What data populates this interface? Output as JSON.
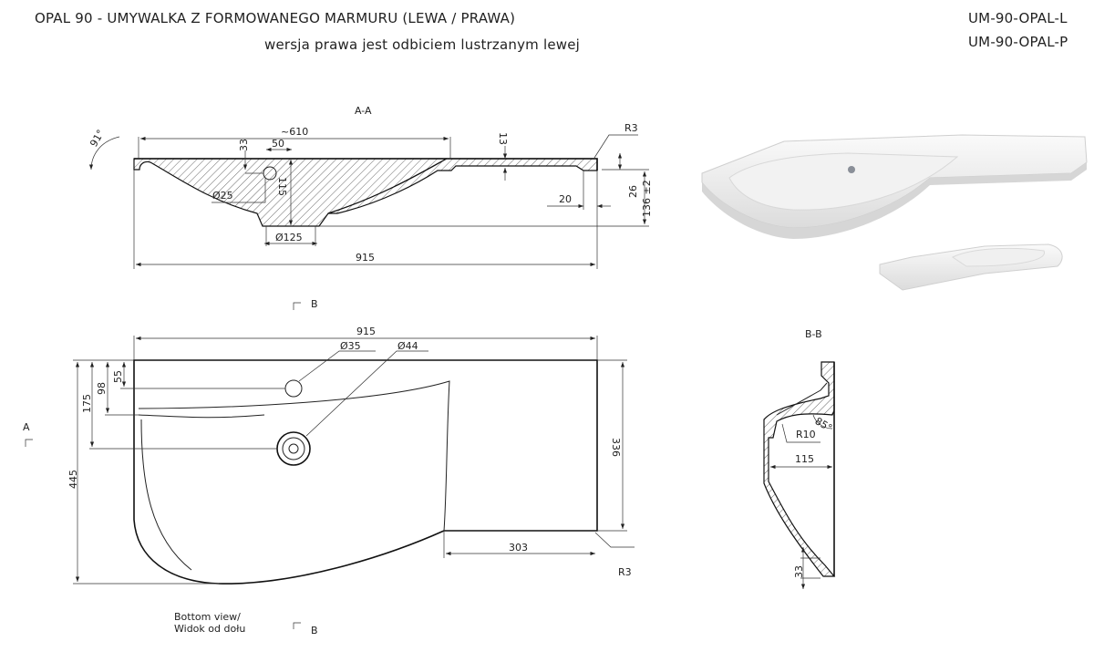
{
  "header": {
    "title": "OPAL 90  - UMYWALKA Z FORMOWANEGO MARMURU (LEWA / PRAWA)",
    "subtitle": "wersja prawa jest odbiciem lustrzanym lewej",
    "code_left": "UM-90-OPAL-L",
    "code_right": "UM-90-OPAL-P"
  },
  "section_aa": {
    "label": "A-A",
    "angle": "91°",
    "width_bowl": "~610",
    "d33": "33",
    "d50": "50",
    "d115": "115",
    "d13": "13",
    "r3": "R3",
    "overflow_diameter": "Ø25",
    "drain_diameter": "Ø125",
    "d20": "20",
    "d26": "26",
    "height": "136 ±2",
    "total_width": "915"
  },
  "bottom_view": {
    "section_mark_b": "B",
    "section_mark_a": "A",
    "total_width": "915",
    "tap_hole": "Ø35",
    "drain_hole": "Ø44",
    "d55": "55",
    "d98": "98",
    "d175": "175",
    "depth": "445",
    "d336": "336",
    "d303": "303",
    "r3": "R3",
    "caption_line1": "Bottom view/",
    "caption_line2": "Widok od dołu"
  },
  "section_bb": {
    "label": "B-B",
    "angle": "85°",
    "radius": "R10",
    "d115": "115",
    "d33": "33"
  }
}
